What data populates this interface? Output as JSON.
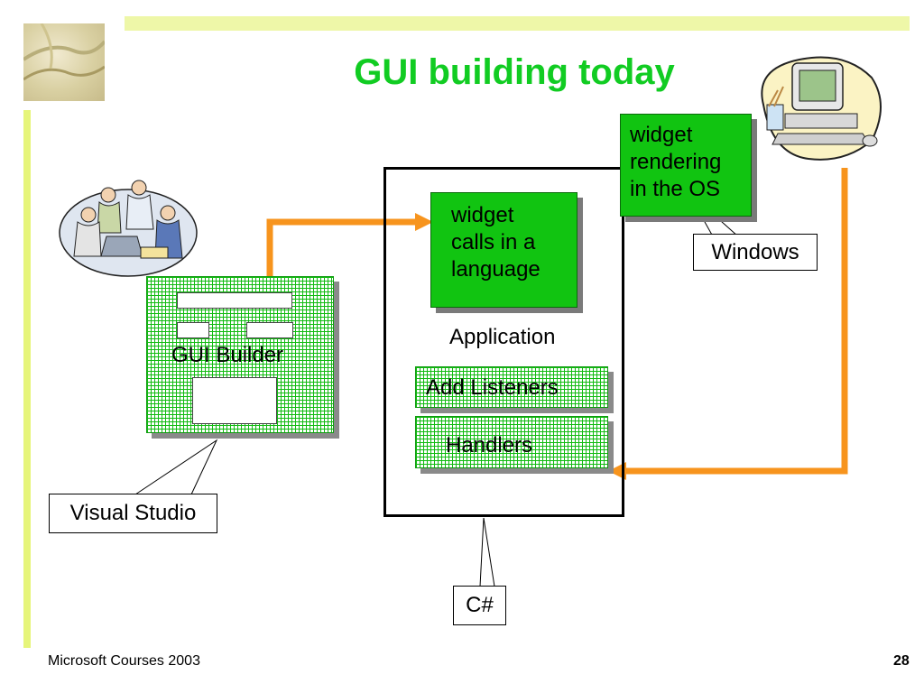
{
  "slide": {
    "title": "GUI building today",
    "footer_left": "Microsoft Courses 2003",
    "page_number": "28"
  },
  "diagram": {
    "gui_builder_label": "GUI Builder",
    "visual_studio_label": "Visual Studio",
    "application_label": "Application",
    "widget_calls_lines": [
      "widget",
      "calls in a",
      "language"
    ],
    "add_listeners_label": "Add Listeners",
    "handlers_label": "Handlers",
    "widget_rendering_lines": [
      "widget",
      "rendering",
      "in the OS"
    ],
    "windows_label": "Windows",
    "csharp_label": "C#"
  },
  "colors": {
    "title": "#11cc22",
    "arrow": "#f7941d",
    "green_box": "#11c411",
    "top_bar": "#eef7a8",
    "left_bar": "#e6f57a"
  },
  "icons": [
    "team-clipart-icon",
    "computer-clipart-icon",
    "corner-photo-icon"
  ]
}
